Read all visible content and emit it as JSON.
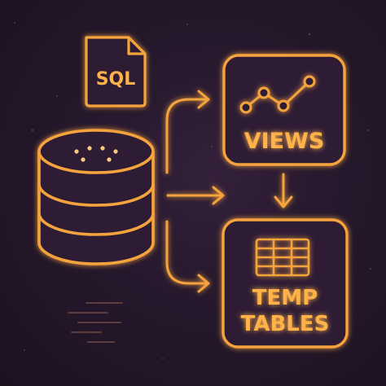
{
  "file_icon": {
    "label": "SQL"
  },
  "views_box": {
    "label": "VIEWS"
  },
  "temp_box": {
    "line1": "TEMP",
    "line2": "TABLES"
  },
  "colors": {
    "accent": "#f5a33c",
    "accent_light": "#ffcb7a",
    "background": "#26182c",
    "box_fill": "#2e1d34"
  },
  "icons": [
    "sql-file-icon",
    "database-icon",
    "line-chart-icon",
    "table-grid-icon"
  ]
}
